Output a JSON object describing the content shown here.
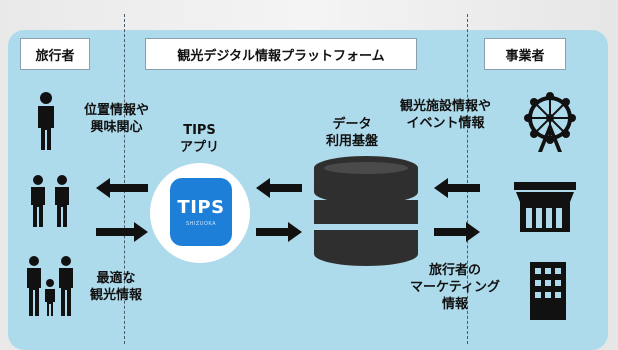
{
  "headers": {
    "left": "旅行者",
    "center": "観光デジタル情報プラットフォーム",
    "right": "事業者"
  },
  "labels": {
    "left_top_line1": "位置情報や",
    "left_top_line2": "興味関心",
    "app_line1": "TIPS",
    "app_line2": "アプリ",
    "data_line1": "データ",
    "data_line2": "利用基盤",
    "right_top_line1": "観光施設情報や",
    "right_top_line2": "イベント情報",
    "left_bottom_line1": "最適な",
    "left_bottom_line2": "観光情報",
    "right_bottom_line1": "旅行者の",
    "right_bottom_line2": "マーケティング",
    "right_bottom_line3": "情報"
  },
  "app_icon": {
    "title": "TIPS",
    "subtitle": "SHIZUOKA"
  },
  "icons": [
    "person-icon",
    "couple-icon",
    "family-icon",
    "ferris-wheel-icon",
    "shop-icon",
    "building-icon",
    "database-icon"
  ],
  "colors": {
    "panel": "#aedbec",
    "app_blue": "#1e7fd8",
    "database": "#2f2f2f"
  }
}
